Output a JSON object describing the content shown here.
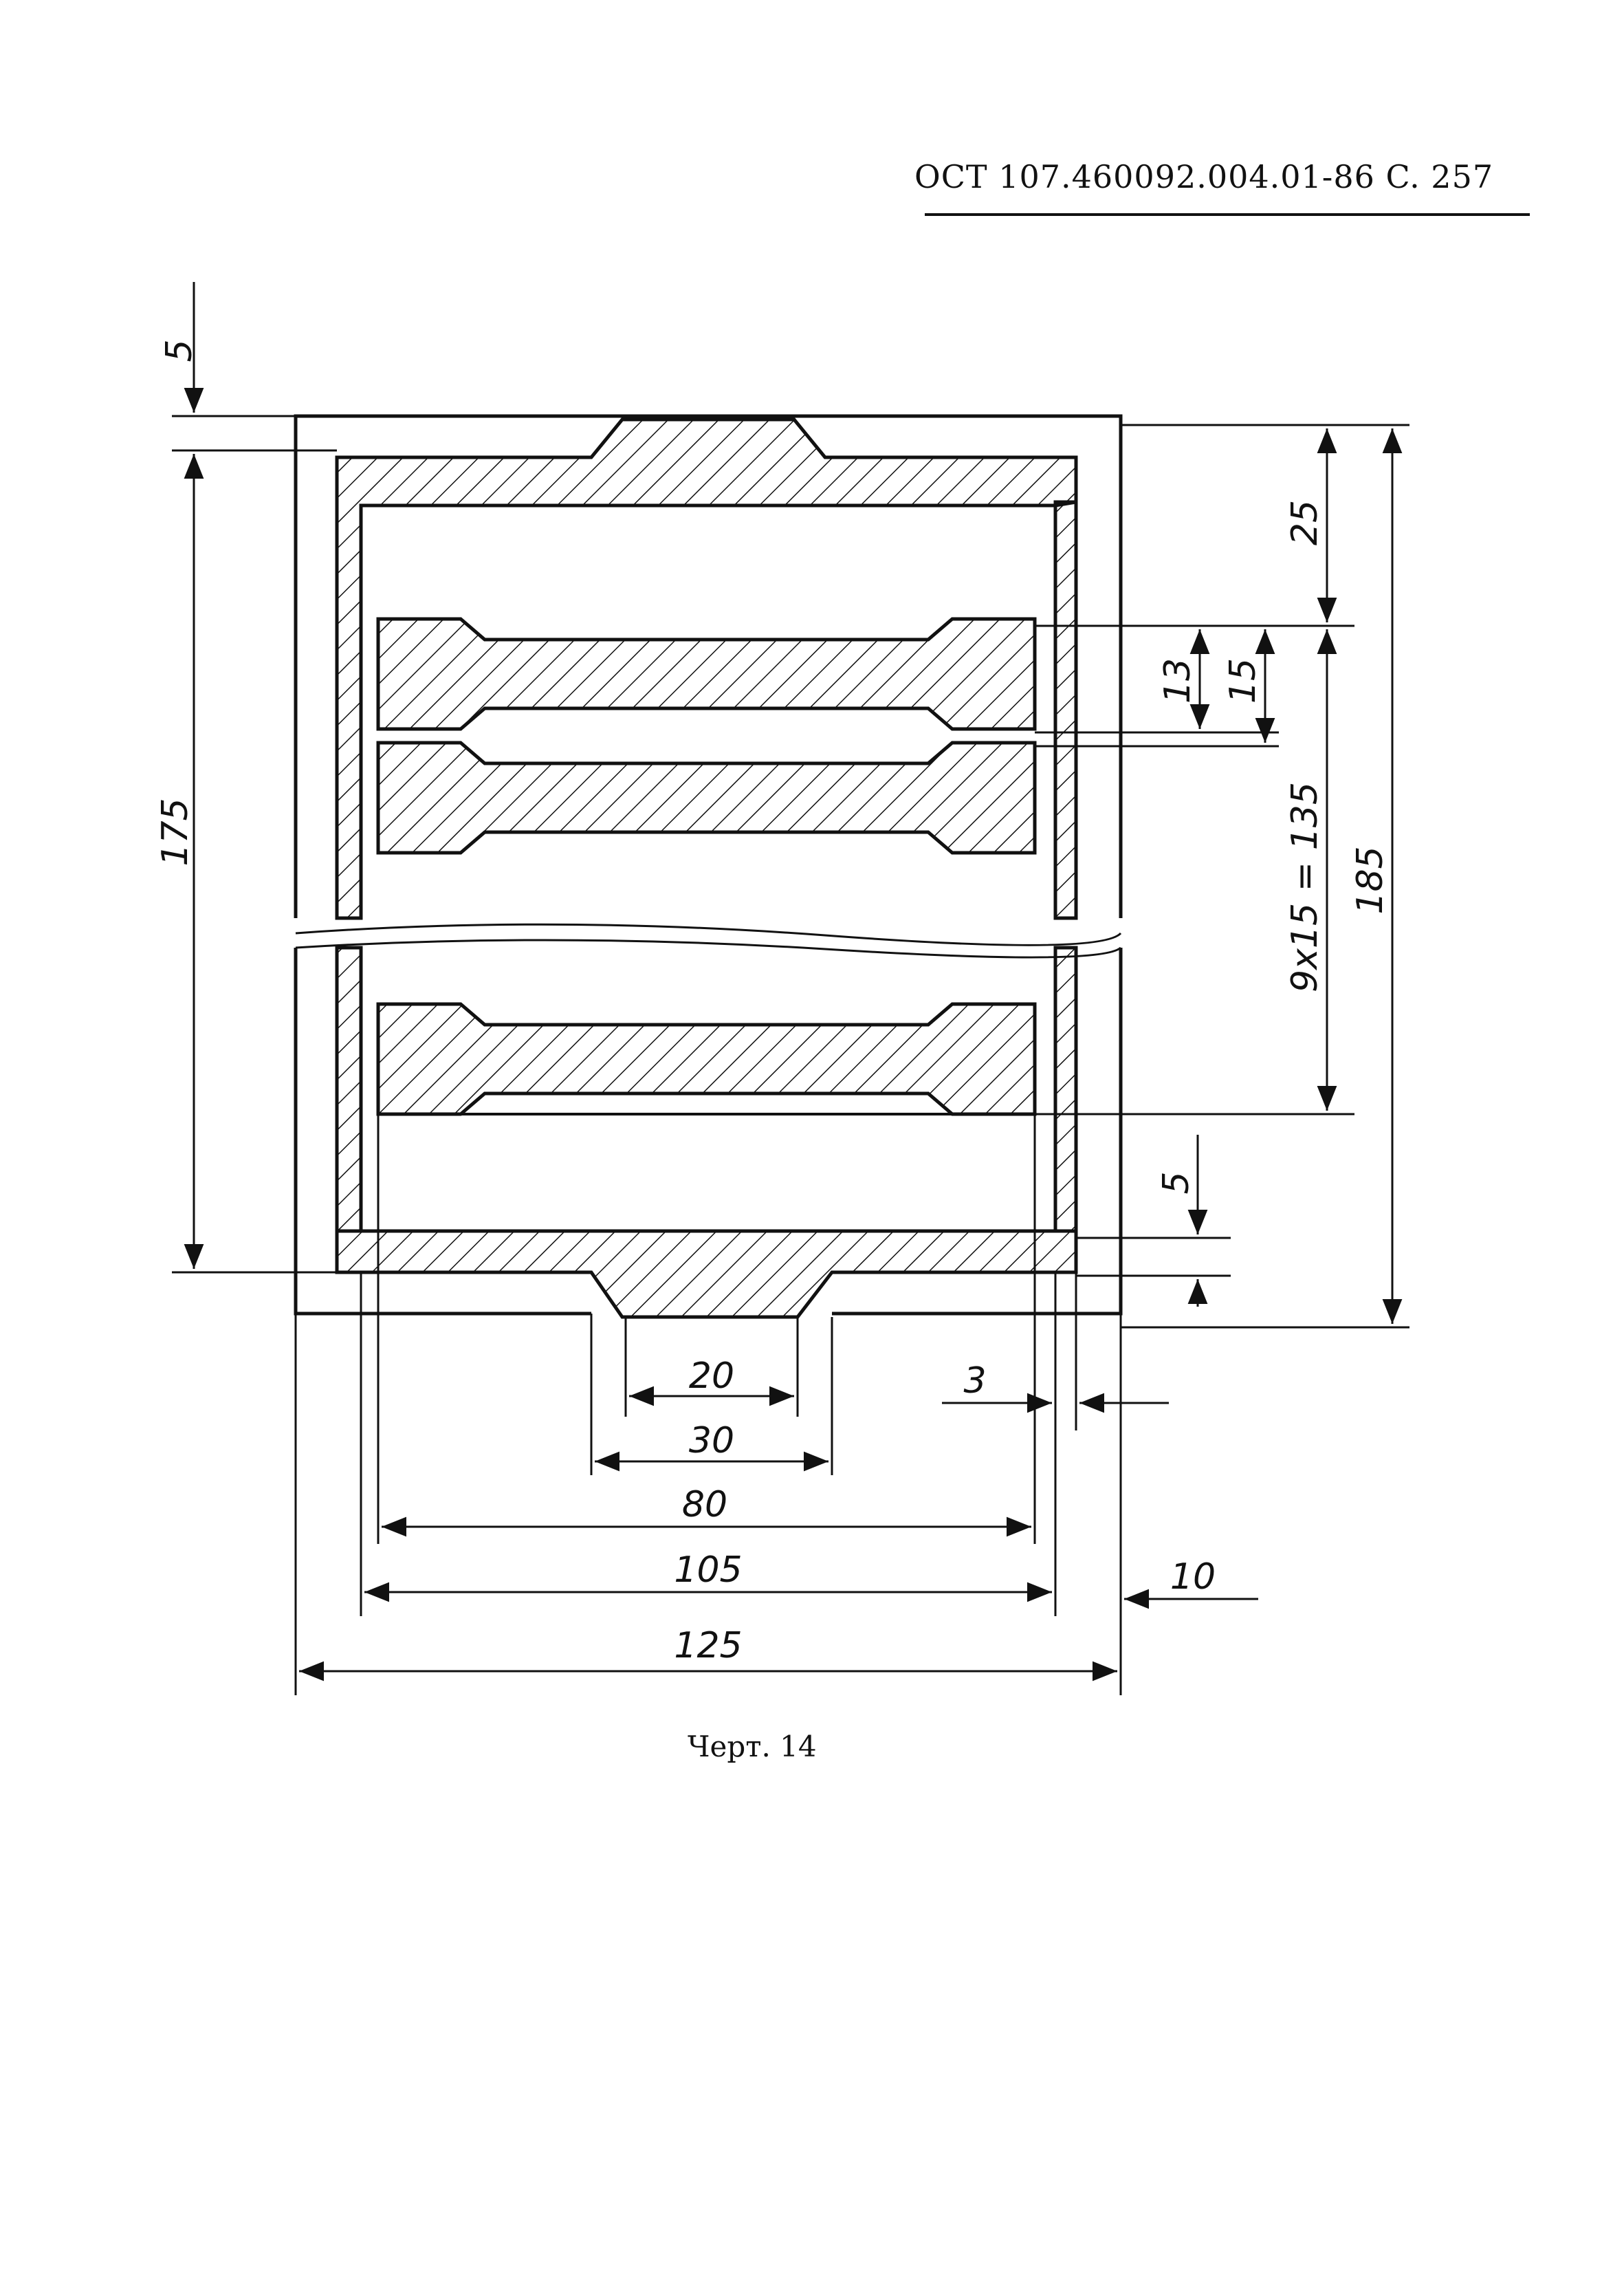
{
  "header": {
    "text": "OCT 107.460092.004.01-86 C. 257"
  },
  "caption": {
    "text": "Черт. 14"
  },
  "dimensions": {
    "d5_top": "5",
    "d175": "175",
    "d25": "25",
    "d13": "13",
    "d15": "15",
    "d9x15": "9x15 = 135",
    "d185": "185",
    "d5_right": "5",
    "d20": "20",
    "d30": "30",
    "d3": "3",
    "d80": "80",
    "d105": "105",
    "d10": "10",
    "d125": "125"
  }
}
